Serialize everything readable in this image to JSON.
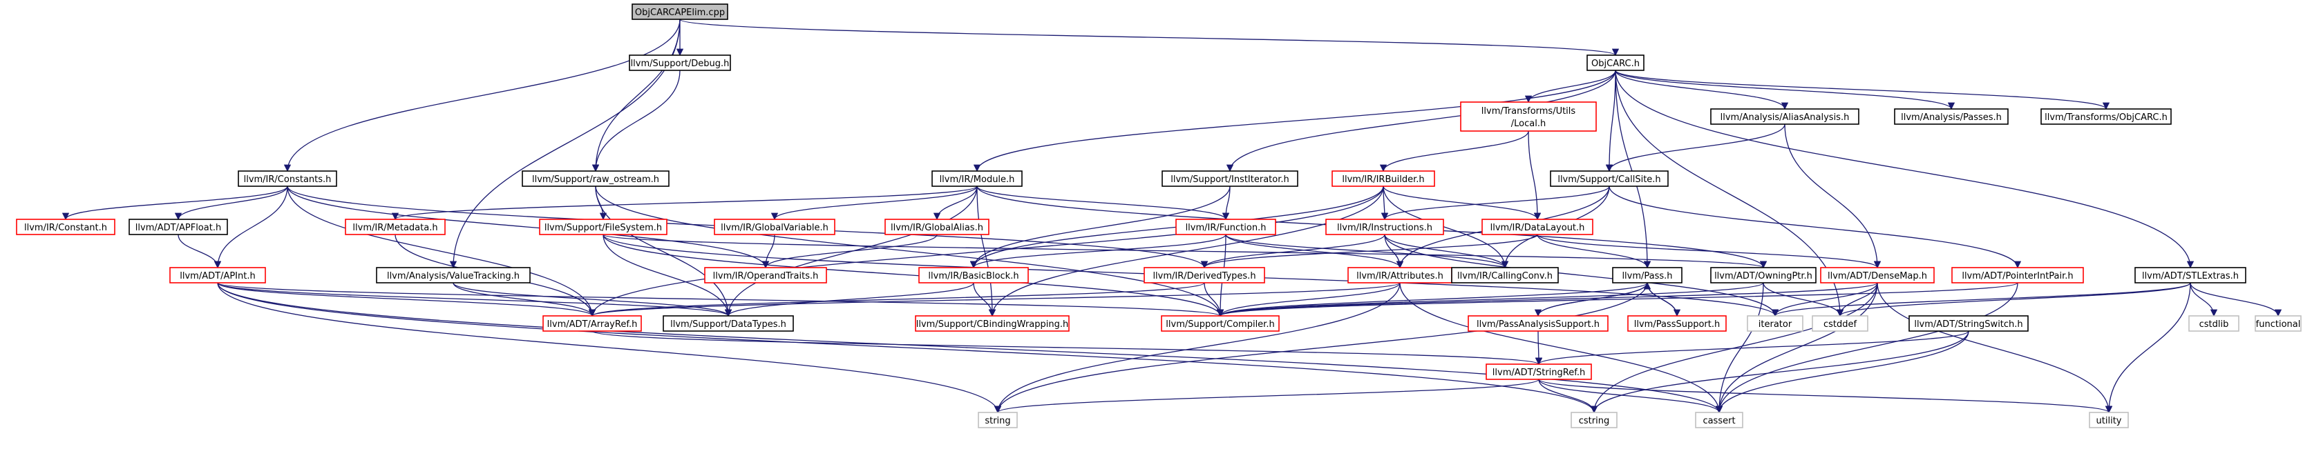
{
  "graph": {
    "root_file": "ObjCARCAPElim.cpp",
    "colors": {
      "edge": "#191970",
      "root_fill": "#bfbfbf",
      "documented_border": "#000000",
      "undocumented_border": "#ff0000",
      "external_border": "#bfbfbf",
      "external_text": "#404040"
    },
    "nodes": [
      {
        "id": "root",
        "label": "ObjCARCAPElim.cpp",
        "kind": "root"
      },
      {
        "id": "debug",
        "label": "llvm/Support/Debug.h",
        "kind": "documented"
      },
      {
        "id": "objcarc",
        "label": "ObjCARC.h",
        "kind": "documented"
      },
      {
        "id": "localh",
        "label": "llvm/Transforms/Utils/Local.h",
        "kind": "undocumented"
      },
      {
        "id": "aa",
        "label": "llvm/Analysis/AliasAnalysis.h",
        "kind": "documented"
      },
      {
        "id": "passes",
        "label": "llvm/Analysis/Passes.h",
        "kind": "documented"
      },
      {
        "id": "tobjc",
        "label": "llvm/Transforms/ObjCARC.h",
        "kind": "documented"
      },
      {
        "id": "constants",
        "label": "llvm/IR/Constants.h",
        "kind": "documented"
      },
      {
        "id": "rawos",
        "label": "llvm/Support/raw_ostream.h",
        "kind": "documented"
      },
      {
        "id": "module",
        "label": "llvm/IR/Module.h",
        "kind": "documented"
      },
      {
        "id": "institer",
        "label": "llvm/Support/InstIterator.h",
        "kind": "documented"
      },
      {
        "id": "irbuilder",
        "label": "llvm/IR/IRBuilder.h",
        "kind": "undocumented"
      },
      {
        "id": "callsite",
        "label": "llvm/Support/CallSite.h",
        "kind": "documented"
      },
      {
        "id": "constant",
        "label": "llvm/IR/Constant.h",
        "kind": "undocumented"
      },
      {
        "id": "apfloat",
        "label": "llvm/ADT/APFloat.h",
        "kind": "documented"
      },
      {
        "id": "metadata",
        "label": "llvm/IR/Metadata.h",
        "kind": "undocumented"
      },
      {
        "id": "filesystem",
        "label": "llvm/Support/FileSystem.h",
        "kind": "undocumented"
      },
      {
        "id": "globalvar",
        "label": "llvm/IR/GlobalVariable.h",
        "kind": "undocumented"
      },
      {
        "id": "globalalias",
        "label": "llvm/IR/GlobalAlias.h",
        "kind": "undocumented"
      },
      {
        "id": "function",
        "label": "llvm/IR/Function.h",
        "kind": "undocumented"
      },
      {
        "id": "instructions",
        "label": "llvm/IR/Instructions.h",
        "kind": "undocumented"
      },
      {
        "id": "datalayout",
        "label": "llvm/IR/DataLayout.h",
        "kind": "undocumented"
      },
      {
        "id": "densemap",
        "label": "llvm/ADT/DenseMap.h",
        "kind": "undocumented"
      },
      {
        "id": "ptrint",
        "label": "llvm/ADT/PointerIntPair.h",
        "kind": "undocumented"
      },
      {
        "id": "stlextras",
        "label": "llvm/ADT/STLExtras.h",
        "kind": "documented"
      },
      {
        "id": "apint",
        "label": "llvm/ADT/APInt.h",
        "kind": "undocumented"
      },
      {
        "id": "valuetracking",
        "label": "llvm/Analysis/ValueTracking.h",
        "kind": "documented"
      },
      {
        "id": "optraits",
        "label": "llvm/IR/OperandTraits.h",
        "kind": "undocumented"
      },
      {
        "id": "basicblock",
        "label": "llvm/IR/BasicBlock.h",
        "kind": "undocumented"
      },
      {
        "id": "derived",
        "label": "llvm/IR/DerivedTypes.h",
        "kind": "undocumented"
      },
      {
        "id": "attributes",
        "label": "llvm/IR/Attributes.h",
        "kind": "undocumented"
      },
      {
        "id": "callingconv",
        "label": "llvm/IR/CallingConv.h",
        "kind": "documented"
      },
      {
        "id": "pass",
        "label": "llvm/Pass.h",
        "kind": "documented"
      },
      {
        "id": "owningptr",
        "label": "llvm/ADT/OwningPtr.h",
        "kind": "documented"
      },
      {
        "id": "arrayref",
        "label": "llvm/ADT/ArrayRef.h",
        "kind": "undocumented"
      },
      {
        "id": "datatypes",
        "label": "llvm/Support/DataTypes.h",
        "kind": "documented"
      },
      {
        "id": "cbinding",
        "label": "llvm/Support/CBindingWrapping.h",
        "kind": "undocumented"
      },
      {
        "id": "compiler",
        "label": "llvm/Support/Compiler.h",
        "kind": "undocumented"
      },
      {
        "id": "pasupport",
        "label": "llvm/PassAnalysisSupport.h",
        "kind": "undocumented"
      },
      {
        "id": "passsupport",
        "label": "llvm/PassSupport.h",
        "kind": "undocumented"
      },
      {
        "id": "iterator",
        "label": "iterator",
        "kind": "external"
      },
      {
        "id": "cstddef",
        "label": "cstddef",
        "kind": "external"
      },
      {
        "id": "stlswitch",
        "label": "llvm/ADT/StringSwitch.h",
        "kind": "documented"
      },
      {
        "id": "cstdlib",
        "label": "cstdlib",
        "kind": "external"
      },
      {
        "id": "functional",
        "label": "functional",
        "kind": "external"
      },
      {
        "id": "stringref",
        "label": "llvm/ADT/StringRef.h",
        "kind": "undocumented"
      },
      {
        "id": "string",
        "label": "string",
        "kind": "external"
      },
      {
        "id": "cstring",
        "label": "cstring",
        "kind": "external"
      },
      {
        "id": "cassert",
        "label": "cassert",
        "kind": "external"
      },
      {
        "id": "utility",
        "label": "utility",
        "kind": "external"
      }
    ],
    "edges": [
      [
        "root",
        "debug"
      ],
      [
        "root",
        "objcarc"
      ],
      [
        "root",
        "constants"
      ],
      [
        "root",
        "rawos"
      ],
      [
        "root",
        "valuetracking"
      ],
      [
        "debug",
        "rawos"
      ],
      [
        "objcarc",
        "localh"
      ],
      [
        "objcarc",
        "aa"
      ],
      [
        "objcarc",
        "passes"
      ],
      [
        "objcarc",
        "tobjc"
      ],
      [
        "objcarc",
        "module"
      ],
      [
        "objcarc",
        "institer"
      ],
      [
        "objcarc",
        "callsite"
      ],
      [
        "objcarc",
        "stlextras"
      ],
      [
        "objcarc",
        "pass"
      ],
      [
        "objcarc",
        "cstddef"
      ],
      [
        "localh",
        "irbuilder"
      ],
      [
        "localh",
        "datalayout"
      ],
      [
        "aa",
        "callsite"
      ],
      [
        "aa",
        "densemap"
      ],
      [
        "constants",
        "constant"
      ],
      [
        "constants",
        "apfloat"
      ],
      [
        "constants",
        "apint"
      ],
      [
        "constants",
        "optraits"
      ],
      [
        "constants",
        "derived"
      ],
      [
        "constants",
        "arrayref"
      ],
      [
        "rawos",
        "filesystem"
      ],
      [
        "rawos",
        "compiler"
      ],
      [
        "rawos",
        "datatypes"
      ],
      [
        "module",
        "metadata"
      ],
      [
        "module",
        "globalvar"
      ],
      [
        "module",
        "globalalias"
      ],
      [
        "module",
        "function"
      ],
      [
        "module",
        "owningptr"
      ],
      [
        "module",
        "cbinding"
      ],
      [
        "module",
        "datatypes"
      ],
      [
        "institer",
        "basicblock"
      ],
      [
        "institer",
        "function"
      ],
      [
        "irbuilder",
        "instructions"
      ],
      [
        "irbuilder",
        "datalayout"
      ],
      [
        "irbuilder",
        "basicblock"
      ],
      [
        "irbuilder",
        "arrayref"
      ],
      [
        "irbuilder",
        "cbinding"
      ],
      [
        "irbuilder",
        "callingconv"
      ],
      [
        "callsite",
        "instructions"
      ],
      [
        "callsite",
        "attributes"
      ],
      [
        "callsite",
        "callingconv"
      ],
      [
        "callsite",
        "ptrint"
      ],
      [
        "apfloat",
        "apint"
      ],
      [
        "metadata",
        "arrayref"
      ],
      [
        "filesystem",
        "owningptr"
      ],
      [
        "filesystem",
        "datatypes"
      ],
      [
        "filesystem",
        "compiler"
      ],
      [
        "filesystem",
        "iterator"
      ],
      [
        "globalvar",
        "optraits"
      ],
      [
        "globalalias",
        "optraits"
      ],
      [
        "function",
        "basicblock"
      ],
      [
        "function",
        "attributes"
      ],
      [
        "function",
        "callingconv"
      ],
      [
        "function",
        "compiler"
      ],
      [
        "instructions",
        "attributes"
      ],
      [
        "instructions",
        "callingconv"
      ],
      [
        "instructions",
        "derived"
      ],
      [
        "instructions",
        "iterator"
      ],
      [
        "datalayout",
        "derived"
      ],
      [
        "datalayout",
        "pass"
      ],
      [
        "datalayout",
        "densemap"
      ],
      [
        "densemap",
        "compiler"
      ],
      [
        "densemap",
        "cstddef"
      ],
      [
        "densemap",
        "iterator"
      ],
      [
        "densemap",
        "utility"
      ],
      [
        "densemap",
        "cassert"
      ],
      [
        "densemap",
        "cstring"
      ],
      [
        "ptrint",
        "cassert"
      ],
      [
        "ptrint",
        "compiler"
      ],
      [
        "stlextras",
        "cstddef"
      ],
      [
        "stlextras",
        "iterator"
      ],
      [
        "stlextras",
        "cstdlib"
      ],
      [
        "stlextras",
        "functional"
      ],
      [
        "stlextras",
        "utility"
      ],
      [
        "apint",
        "arrayref"
      ],
      [
        "apint",
        "compiler"
      ],
      [
        "apint",
        "cassert"
      ],
      [
        "apint",
        "cstring"
      ],
      [
        "apint",
        "string"
      ],
      [
        "apint",
        "datatypes"
      ],
      [
        "valuetracking",
        "arrayref"
      ],
      [
        "valuetracking",
        "datatypes"
      ],
      [
        "basicblock",
        "cbinding"
      ],
      [
        "basicblock",
        "datatypes"
      ],
      [
        "derived",
        "arrayref"
      ],
      [
        "derived",
        "compiler"
      ],
      [
        "attributes",
        "arrayref"
      ],
      [
        "attributes",
        "compiler"
      ],
      [
        "attributes",
        "string"
      ],
      [
        "attributes",
        "cassert"
      ],
      [
        "pass",
        "compiler"
      ],
      [
        "pass",
        "string"
      ],
      [
        "pass",
        "pasupport"
      ],
      [
        "pass",
        "passsupport"
      ],
      [
        "owningptr",
        "compiler"
      ],
      [
        "owningptr",
        "cstddef"
      ],
      [
        "owningptr",
        "cassert"
      ],
      [
        "arrayref",
        "stringref"
      ],
      [
        "pasupport",
        "pass"
      ],
      [
        "pasupport",
        "stringref"
      ],
      [
        "passsupport",
        "pass"
      ],
      [
        "stlswitch",
        "stringref"
      ],
      [
        "stlswitch",
        "cassert"
      ],
      [
        "stlswitch",
        "cstring"
      ],
      [
        "stringref",
        "string"
      ],
      [
        "stringref",
        "cassert"
      ],
      [
        "stringref",
        "cstring"
      ],
      [
        "stringref",
        "utility"
      ]
    ]
  }
}
